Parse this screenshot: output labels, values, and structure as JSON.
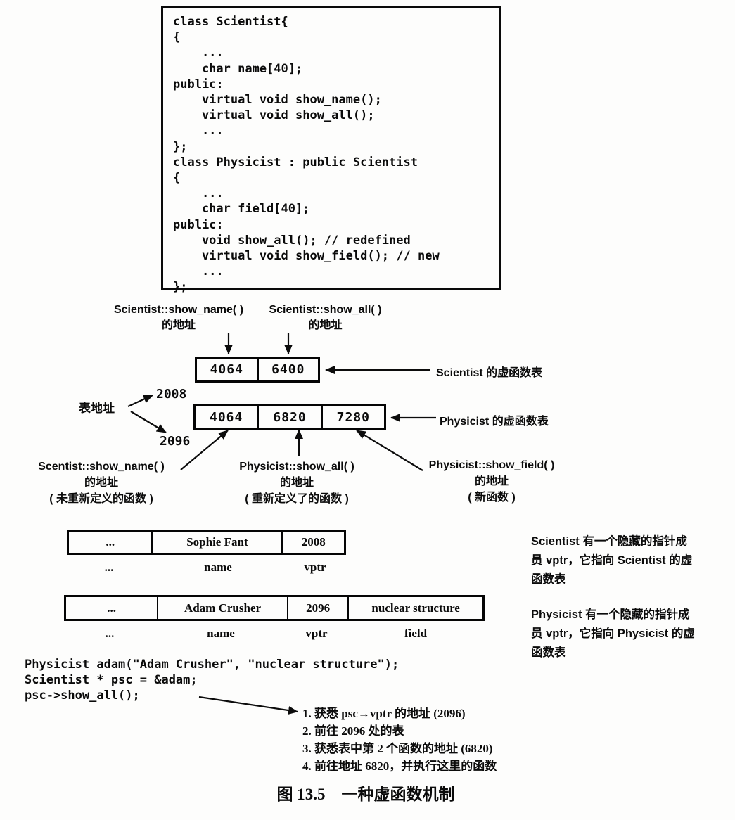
{
  "code_block_top": "class Scientist{\n{\n    ...\n    char name[40];\npublic:\n    virtual void show_name();\n    virtual void show_all();\n    ...\n};\nclass Physicist : public Scientist\n{\n    ...\n    char field[40];\npublic:\n    void show_all(); // redefined\n    virtual void show_field(); // new\n    ...\n};",
  "vtables": {
    "scientist": {
      "cells": [
        "4064",
        "6400"
      ],
      "label": "Scientist 的虚函数表"
    },
    "physicist": {
      "cells": [
        "4064",
        "6820",
        "7280"
      ],
      "label": "Physicist 的虚函数表"
    },
    "table_address_label": "表地址",
    "scientist_table_address": "2008",
    "physicist_table_address": "2096"
  },
  "callouts": {
    "show_name_top": {
      "line1": "Scientist::show_name( )",
      "line2": "的地址"
    },
    "show_all_top": {
      "line1": "Scientist::show_all( )",
      "line2": "的地址"
    },
    "show_name_bottom": {
      "line1": "Scentist::show_name( )",
      "line2": "的地址",
      "line3": "( 未重新定义的函数 )"
    },
    "show_all_bottom": {
      "line1": "Physicist::show_all( )",
      "line2": "的地址",
      "line3": "( 重新定义了的函数 )"
    },
    "show_field_bottom": {
      "line1": "Physicist::show_field( )",
      "line2": "的地址",
      "line3": "( 新函数 )"
    }
  },
  "objects": {
    "scientist": {
      "cells": [
        "...",
        "Sophie Fant",
        "2008"
      ],
      "field_labels": [
        "...",
        "name",
        "vptr"
      ],
      "annotation": "Scientist 有一个隐藏的指针成\n员 vptr，它指向 Scientist 的虚\n函数表"
    },
    "physicist": {
      "cells": [
        "...",
        "Adam Crusher",
        "2096",
        "nuclear structure"
      ],
      "field_labels": [
        "...",
        "name",
        "vptr",
        "field"
      ],
      "annotation": "Physicist 有一个隐藏的指针成\n员 vptr，它指向 Physicist 的虚\n函数表"
    }
  },
  "code_block_bottom": "Physicist adam(\"Adam Crusher\", \"nuclear structure\");\nScientist * psc = &adam;\npsc->show_all();",
  "steps": [
    "1. 获悉 psc→vptr 的地址 (2096)",
    "2. 前往 2096 处的表",
    "3. 获悉表中第 2 个函数的地址 (6820)",
    "4. 前往地址 6820，并执行这里的函数"
  ],
  "caption": "图 13.5　一种虚函数机制"
}
